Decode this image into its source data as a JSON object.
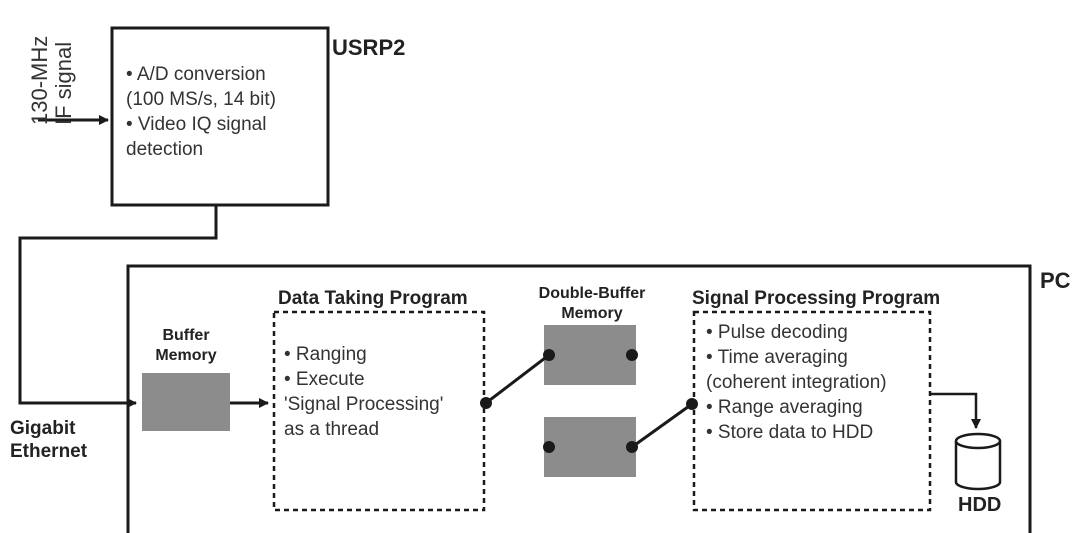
{
  "input_signal": {
    "line1": "130-MHz",
    "line2": "IF signal"
  },
  "usrp2": {
    "title": "USRP2",
    "items": [
      "• A/D conversion",
      "  (100 MS/s, 14 bit)",
      "•  Video IQ signal",
      "    detection"
    ]
  },
  "link": {
    "line1": "Gigabit",
    "line2": "Ethernet"
  },
  "pc": {
    "title": "PC",
    "buffer_memory": {
      "line1": "Buffer",
      "line2": "Memory"
    },
    "data_taking": {
      "title": "Data Taking Program",
      "items": [
        "• Ranging",
        "• Execute",
        "  'Signal Processing'",
        "  as a thread"
      ]
    },
    "double_buffer": {
      "line1": "Double-Buffer",
      "line2": "Memory"
    },
    "signal_processing": {
      "title": "Signal Processing Program",
      "items": [
        "• Pulse decoding",
        "• Time averaging",
        "  (coherent integration)",
        "• Range averaging",
        "• Store data to HDD"
      ]
    },
    "hdd": "HDD"
  },
  "colors": {
    "line": "#1a1a1a",
    "memory_fill": "#8c8c8c"
  }
}
